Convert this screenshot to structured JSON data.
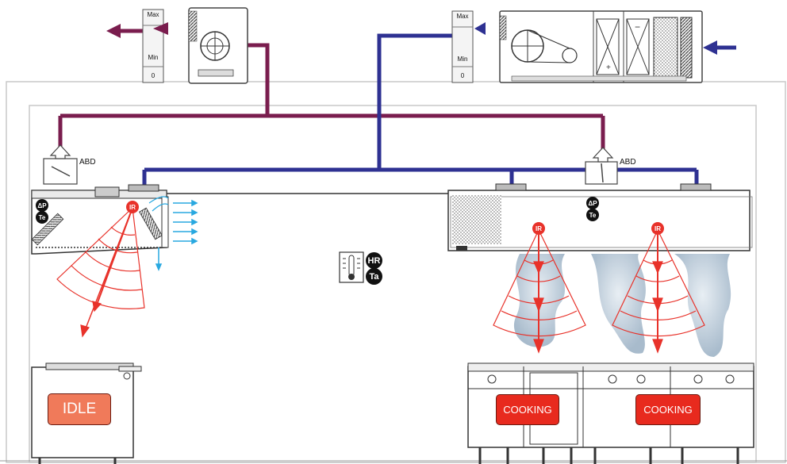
{
  "labels": {
    "abd": "ABD",
    "dp": "ΔP",
    "te": "Te",
    "hr": "HR",
    "ta": "Ta",
    "ir": "IR"
  },
  "exhaust_unit": {
    "gauge_max": "Max",
    "gauge_min": "Min",
    "gauge_zero": "0"
  },
  "supply_unit": {
    "gauge_max": "Max",
    "gauge_min": "Min",
    "gauge_zero": "0"
  },
  "appliances": {
    "left_status": "IDLE",
    "center_status": "COOKING",
    "right_status": "COOKING"
  },
  "colors": {
    "exhaust_duct": "#7a1d4e",
    "supply_duct": "#2e3192",
    "ir_red": "#e8322a",
    "airflow_blue": "#29a8e0",
    "status_idle": "#f07a5a",
    "status_cooking": "#e82a1e",
    "smoke": "#b7c7d6"
  }
}
